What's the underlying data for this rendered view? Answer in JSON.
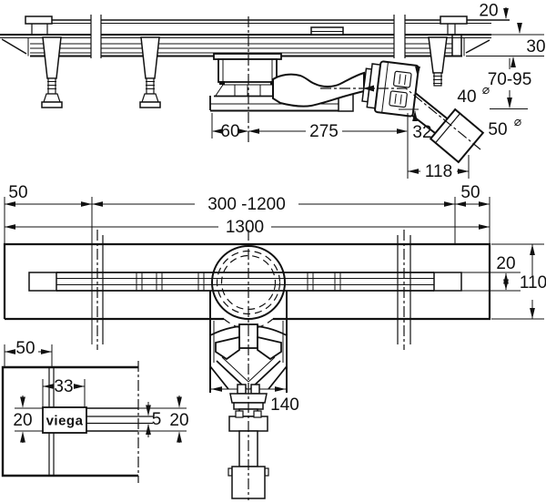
{
  "brand": {
    "logo_text": "viega"
  },
  "symbols": {
    "diameter": "⌀"
  },
  "side_view": {
    "dim_tile_thickness": "20",
    "dim_rail_height": "30",
    "dim_adjustment_range": "70-95",
    "dim_outlet_pipe_diameter": "40",
    "dim_outlet_drop": "32",
    "dim_end_sleeve_diameter": "50",
    "dim_drain_edge_offset": "60",
    "dim_drain_to_outlet": "275",
    "dim_outlet_projection": "118"
  },
  "plan_view": {
    "dim_end_left": "50",
    "dim_length_range": "300 -1200",
    "dim_overall_length": "1300",
    "dim_end_right": "50",
    "dim_grate_width": "20",
    "dim_body_width": "110"
  },
  "detail_view": {
    "dim_end_width": "50",
    "dim_logo_plate_width": "33",
    "dim_grate_height_left": "20",
    "dim_slot_width": "5",
    "dim_grate_height_right": "20"
  },
  "trap_view": {
    "dim_body_width": "140"
  }
}
